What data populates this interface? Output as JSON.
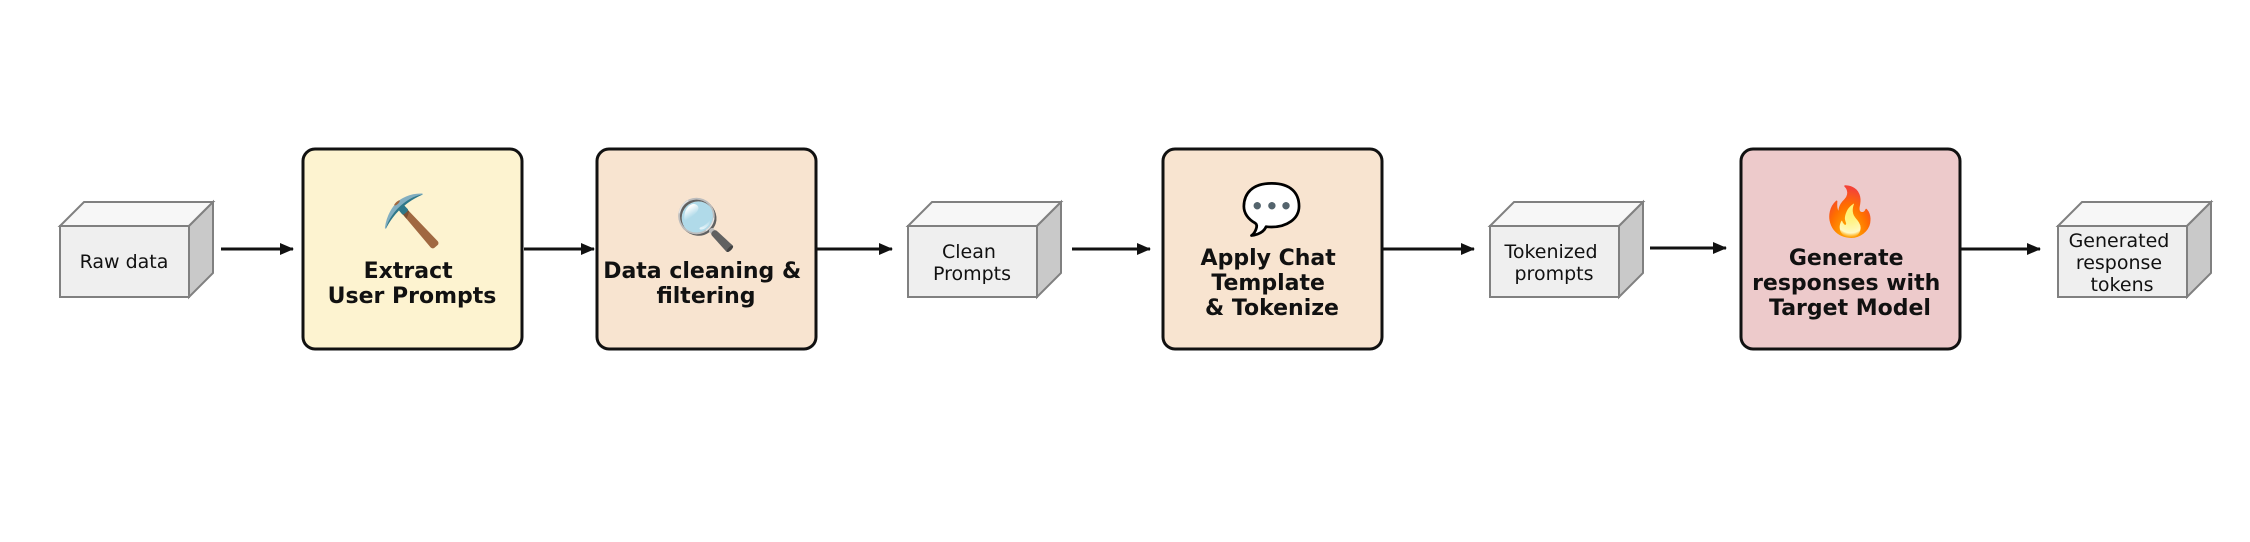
{
  "diagram": {
    "nodes": [
      {
        "id": "raw",
        "kind": "cube",
        "lines": [
          "Raw data"
        ]
      },
      {
        "id": "extract",
        "kind": "step",
        "icon": "pickaxe-icon",
        "color": "#FDF3D0",
        "lines": [
          "Extract",
          "User Prompts"
        ]
      },
      {
        "id": "clean",
        "kind": "step",
        "icon": "magnifying-glass-icon",
        "color": "#F8E4D0",
        "lines": [
          "Data cleaning &",
          "filtering"
        ]
      },
      {
        "id": "clean_prompts",
        "kind": "cube",
        "lines": [
          "Clean",
          "Prompts"
        ]
      },
      {
        "id": "template",
        "kind": "step",
        "icon": "speech-bubble-icon",
        "color": "#F8E4D0",
        "lines": [
          "Apply Chat",
          "Template",
          "& Tokenize"
        ]
      },
      {
        "id": "tokenized",
        "kind": "cube",
        "lines": [
          "Tokenized",
          "prompts"
        ]
      },
      {
        "id": "generate",
        "kind": "step",
        "icon": "fire-icon",
        "color": "#EDCACB",
        "lines": [
          "Generate",
          "responses with",
          "Target Model"
        ]
      },
      {
        "id": "output",
        "kind": "cube",
        "lines": [
          "Generated",
          "response",
          "tokens"
        ]
      }
    ],
    "edges": [
      {
        "from": "raw",
        "to": "extract"
      },
      {
        "from": "extract",
        "to": "clean"
      },
      {
        "from": "clean",
        "to": "clean_prompts"
      },
      {
        "from": "clean_prompts",
        "to": "template"
      },
      {
        "from": "template",
        "to": "tokenized"
      },
      {
        "from": "tokenized",
        "to": "generate"
      },
      {
        "from": "generate",
        "to": "output"
      }
    ],
    "colors": {
      "cube_front": "#EFEFEF",
      "cube_top": "#F7F7F7",
      "cube_side": "#C9C9C9",
      "cube_stroke": "#808080",
      "step_stroke": "#111111",
      "arrow": "#111111"
    }
  }
}
